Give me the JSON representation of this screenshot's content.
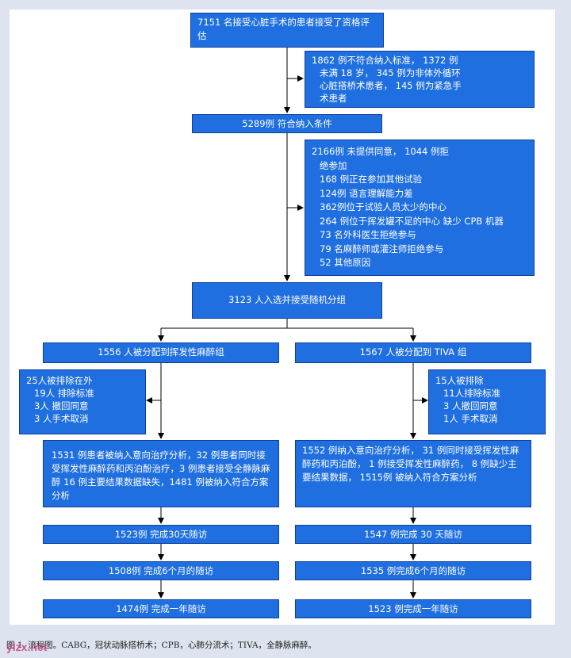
{
  "boxes": {
    "assessed": "7151 名接受心脏手术的患者接受了资格评估",
    "excluded1": [
      "1862 例不符合纳入标准， 1372 例",
      "未满 18 岁， 345 例为非体外循环",
      "心脏搭桥术患者， 145 例为紧急手",
      "术患者"
    ],
    "eligible": "5289例 符合纳入条件",
    "excluded2": [
      "2166例 未提供同意， 1044 例拒",
      "绝参加",
      "168 例正在参加其他试验",
      "124例 语言理解能力差",
      "362例位于试验人员太少的中心",
      "264 例位于挥发罐不足的中心 缺少 CPB 机器",
      "73 名外科医生拒绝参与",
      "79 名麻醉师或灌注师拒绝参与",
      "52 其他原因"
    ],
    "randomized": "3123 人入选并接受随机分组",
    "left": {
      "allocated": "1556 人被分配到挥发性麻醉组",
      "excluded": [
        "25人被排除在外",
        "19人 排除标准",
        "3人 撤回同意",
        "3 人手术取消"
      ],
      "itt": "1531 例患者被纳入意向治疗分析，32 例患者同时接受挥发性麻醉药和丙泊酚治疗，3 例患者接受全静脉麻醉  16 例主要结果数据缺失，1481 例被纳入符合方案分析",
      "d30": "1523例 完成30天随访",
      "m6": "1508例 完成6个月的随访",
      "y1": "1474例 完成一年随访"
    },
    "right": {
      "allocated": "1567 人被分配到 TIVA 组",
      "excluded": [
        "15人被排除",
        "11人排除标准",
        "3 人撤回同意",
        "1人 手术取消"
      ],
      "itt": "1552 例纳入意向治疗分析， 31 例同时接受挥发性麻醉药和丙泊酚， 1 例接受挥发性麻醉药， 8 例缺少主要结果数据， 1515例 被纳入符合方案分析",
      "d30": "1547 例完成 30 天随访",
      "m6": "1535 例完成6个月的随访",
      "y1": "1523 例完成一年随访"
    }
  },
  "caption": "图 1. 流程图。CABG，冠状动脉搭桥术；CPB，心肺分流术；TIVA，全静脉麻醉。",
  "watermark": "ylzx.net",
  "colors": {
    "box": "#1f6fe0",
    "border": "#0d3f99",
    "background": "#dde3ef"
  }
}
